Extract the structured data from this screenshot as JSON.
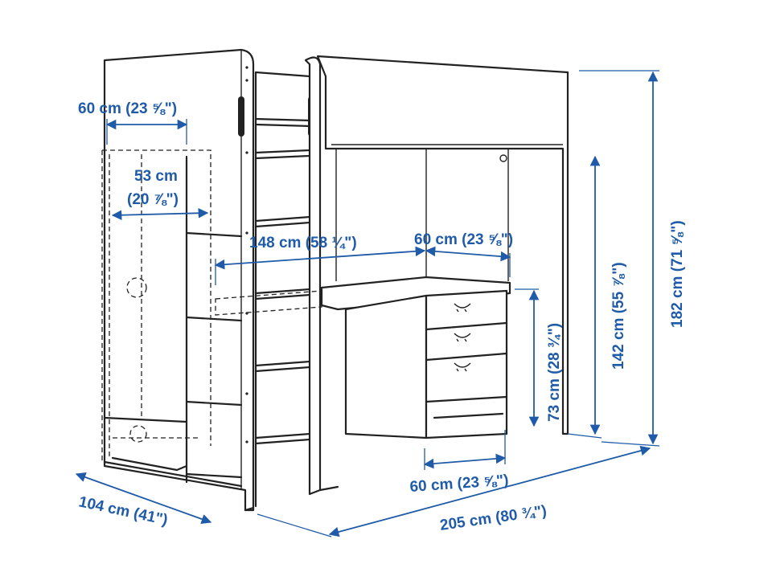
{
  "dimensions": {
    "top_width": "60 cm (23 ⅝\")",
    "inner_width_cm": "53 cm",
    "inner_width_in": "(20 ⅞\")",
    "desk_length": "148 cm (58 ¼\")",
    "desk_drawer_width": "60 cm (23 ⅝\")",
    "desk_height": "73 cm (28 ¾\")",
    "under_bed_height": "142 cm (55 ⅞\")",
    "total_height": "182 cm (71 ⅝\")",
    "drawer_base_width": "60 cm (23 ⅝\")",
    "depth": "104 cm (41\")",
    "total_length": "205 cm (80 ¾\")"
  },
  "colors": {
    "dimension": "#1f5ba8",
    "line": "#222222",
    "background": "#ffffff"
  }
}
